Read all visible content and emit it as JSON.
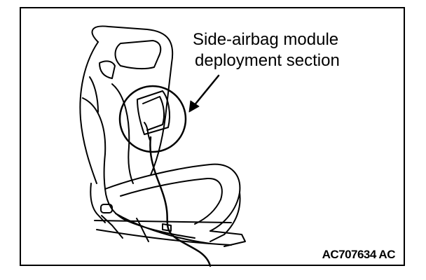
{
  "callout": {
    "line1": "Side-airbag module",
    "line2": "deployment section"
  },
  "figure_code": "AC707634 AC"
}
